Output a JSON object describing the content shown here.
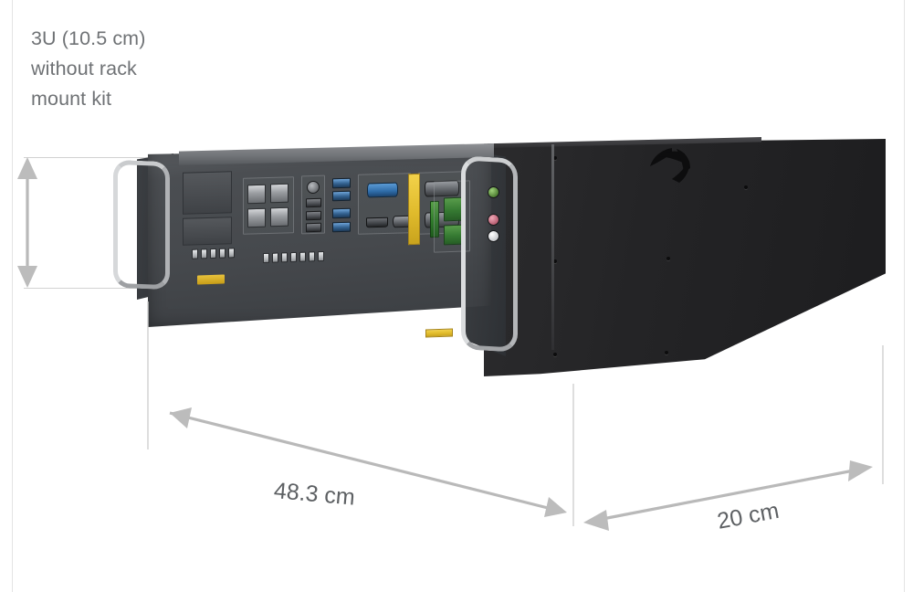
{
  "document": {
    "background_color": "#ffffff",
    "margin_rule_color": "#e3e3e3"
  },
  "caption": {
    "text": "3U (10.5 cm)\nwithout rack\nmount kit",
    "color": "#6f7275"
  },
  "dimensions": {
    "height": {
      "label": "3U (10.5 cm)",
      "value": "10.5",
      "unit": "cm",
      "rack_units": "3U",
      "note": "without rack mount kit",
      "orientation": "vertical",
      "arrow_style": "double-headed"
    },
    "width": {
      "label": "48.3 cm",
      "value": "48.3",
      "unit": "cm",
      "orientation": "horizontal-perspective",
      "arrow_style": "single-headed-right"
    },
    "depth": {
      "label": "20 cm",
      "value": "20",
      "unit": "cm",
      "orientation": "diagonal-perspective",
      "arrow_style": "double-headed"
    },
    "line_color": "#b9b9b9",
    "extension_line_color": "#cfcfcf",
    "label_color": "#5d6063"
  },
  "device": {
    "type": "rack-mount industrial computer",
    "form_factor": "3U",
    "front_panel_color": "#46494d",
    "side_panel_color": "#242426",
    "handle_color": "#c9cbcd",
    "view": "three-quarter perspective, front-left",
    "features": {
      "rack_handles": 2,
      "rack_ears": 2,
      "fan_emblem": "fan-swirl graphic on right side panel",
      "sloped_rear_underside": true
    }
  },
  "io_panel": {
    "ethernet_ports": 4,
    "usb_ports_blue": 4,
    "usb_ports_dark": 3,
    "vga_port": 1,
    "hdmi_port": 1,
    "serial_ports": 2,
    "ps2_ports": 1,
    "audio_jacks": [
      "line-out-green",
      "mic-in-pink",
      "line-in-white"
    ],
    "terminal_blocks_green": 2,
    "status_leds": 7,
    "expansion_slots": 2,
    "warning_sticker_color": "#e0bb2c",
    "logo_badge_color": "#c79d17"
  }
}
